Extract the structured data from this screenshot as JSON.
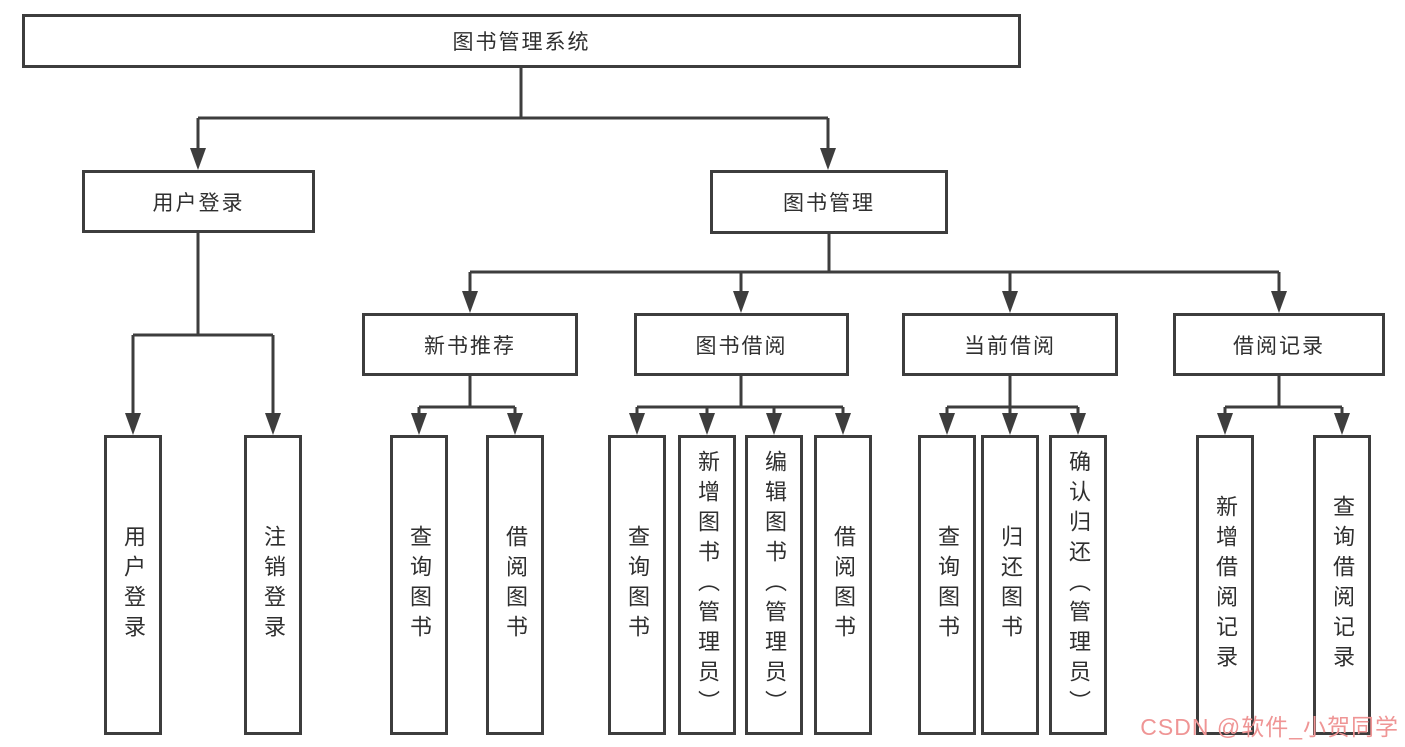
{
  "diagram": {
    "line_color": "#3d3d3d",
    "box_border_color": "#3d3d3d",
    "text_color": "#2f2f2f",
    "nodes": {
      "root": "图书管理系统",
      "user_login": "用户登录",
      "book_mgmt": "图书管理",
      "new_book": "新书推荐",
      "book_borrow": "图书借阅",
      "current_borrow": "当前借阅",
      "borrow_record": "借阅记录"
    },
    "leaves": {
      "login": [
        "用户登录",
        "注销登录"
      ],
      "new_book": [
        "查询图书",
        "借阅图书"
      ],
      "book_borrow": [
        "查询图书",
        "新增图书（管理员）",
        "编辑图书（管理员）",
        "借阅图书"
      ],
      "current_borrow": [
        "查询图书",
        "归还图书",
        "确认归还（管理员）"
      ],
      "borrow_record": [
        "新增借阅记录",
        "查询借阅记录"
      ]
    }
  },
  "watermark": {
    "text": "CSDN @软件_小贺同学",
    "color": "#ef9595"
  }
}
